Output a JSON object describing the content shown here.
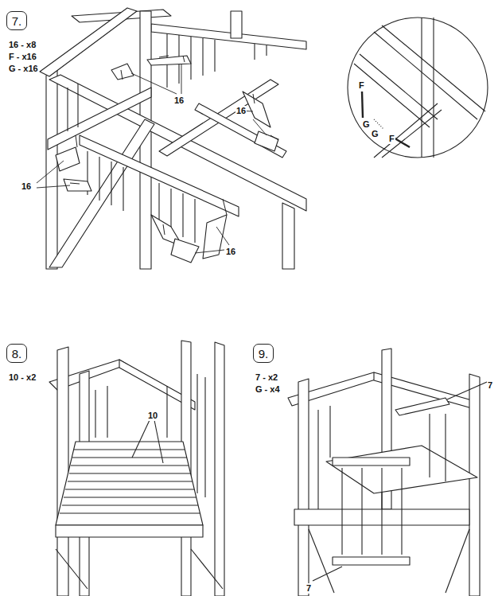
{
  "diagram": {
    "nodes": [
      {
        "text": [
          "7."
        ]
      },
      {
        "text": [
          "8."
        ]
      },
      {
        "text": [
          "9."
        ]
      }
    ],
    "labels": [
      "16 - x8",
      "F - x16",
      "G - x16",
      "16",
      "16",
      "16",
      "16",
      "F",
      "G",
      "G",
      "F",
      "10 - x2",
      "10",
      "7 - x2",
      "G - x4",
      "7",
      "7"
    ]
  }
}
